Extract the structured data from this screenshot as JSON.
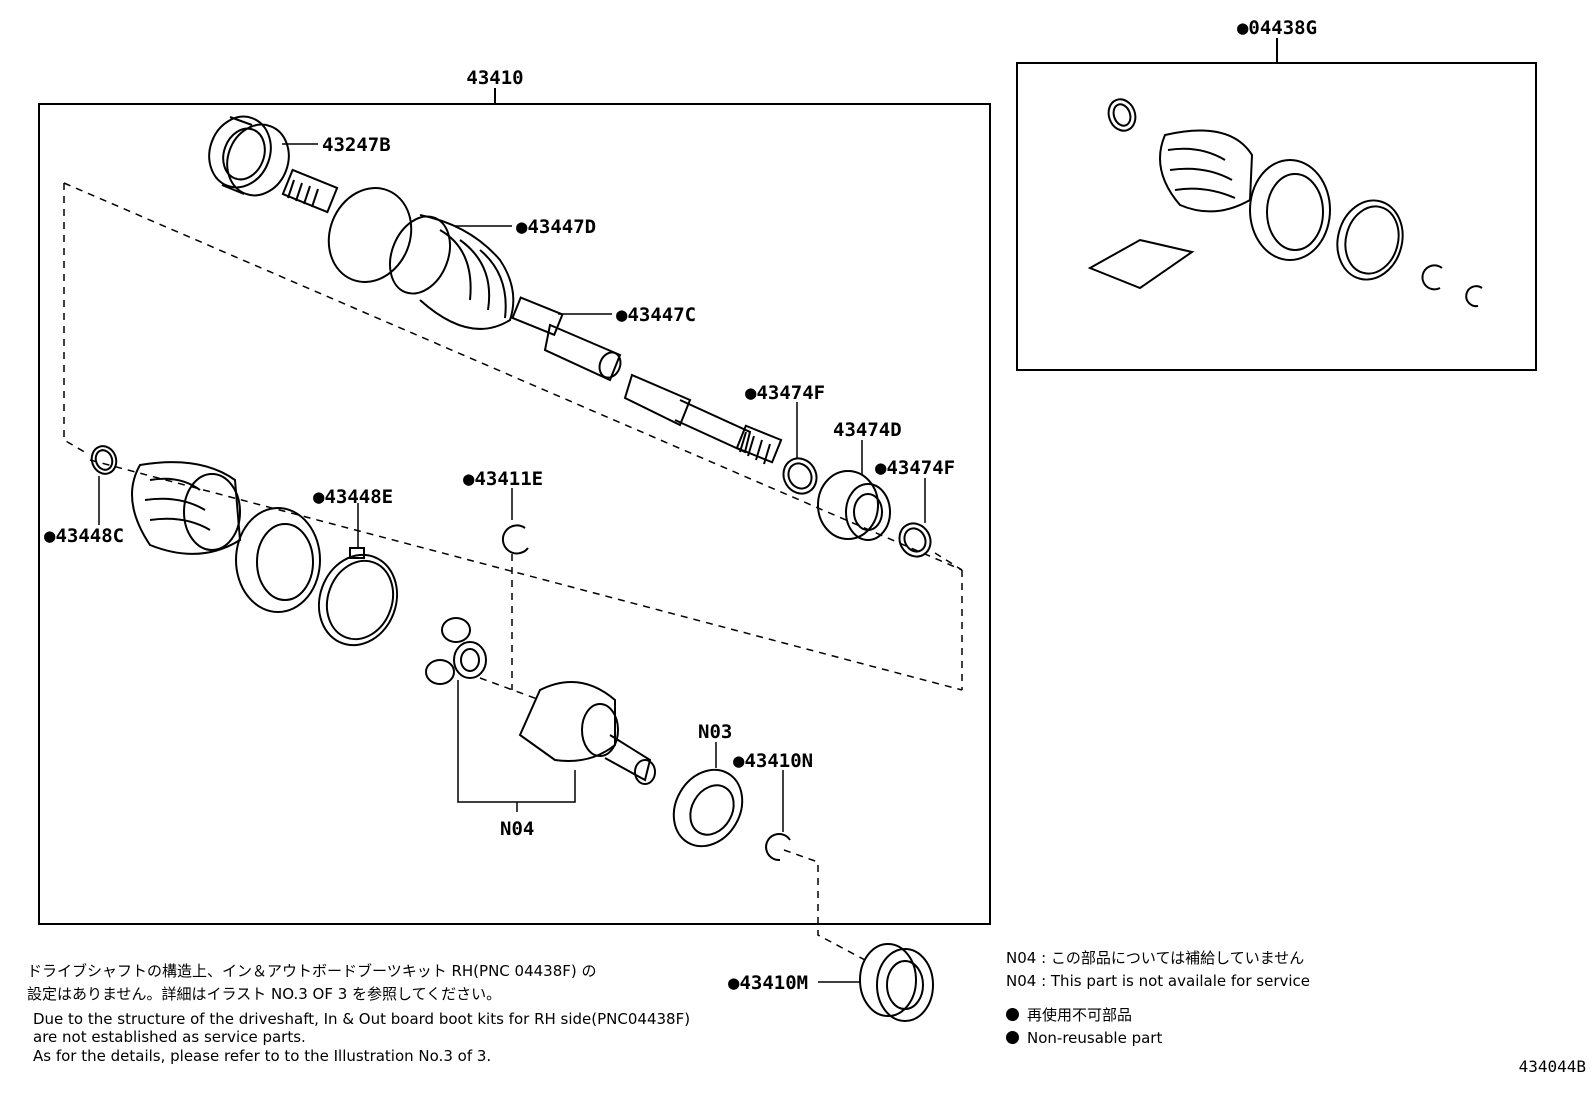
{
  "diagram_id": "434044B",
  "assembly_label": "43410",
  "kit_label": "●04438G",
  "parts": {
    "p43247B": "43247B",
    "p43447D": "●43447D",
    "p43447C": "●43447C",
    "p43474F_a": "●43474F",
    "p43474D": "43474D",
    "p43474F_b": "●43474F",
    "p43411E": "●43411E",
    "p43448E": "●43448E",
    "p43448C": "●43448C",
    "pN03": "N03",
    "p43410N": "●43410N",
    "pN04": "N04",
    "p43410M": "●43410M"
  },
  "notes": {
    "jp_line1": "ドライブシャフトの構造上、イン＆アウトボードブーツキット RH(PNC 04438F) の",
    "jp_line2": "設定はありません。詳細はイラスト NO.3 OF 3 を参照してください。",
    "en_line1": "Due to the structure of the driveshaft, In & Out board  boot kits for RH side(PNC04438F)",
    "en_line2": "are not established as service parts.",
    "en_line3": "As for the details, please refer to to the Illustration No.3 of 3."
  },
  "legend": {
    "n04_jp": "N04 :  この部品については補給していません",
    "n04_en": "N04 :  This part is not availale for service",
    "dot_jp": "再使用不可部品",
    "dot_en": "Non-reusable part"
  }
}
